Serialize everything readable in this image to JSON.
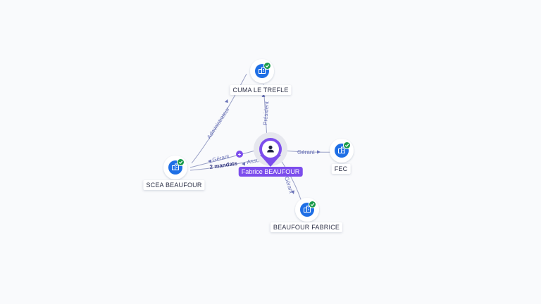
{
  "colors": {
    "company_blue": "#1f6fe5",
    "check_green": "#1a9b4b",
    "person_purple": "#7c4dec",
    "edge_line": "#9aa1c6",
    "edge_text": "#6c74b8"
  },
  "person": {
    "name": "Fabrice BEAUFOUR",
    "icon": "person-icon"
  },
  "companies": [
    {
      "id": "cuma",
      "label": "CUMA LE TREFLE",
      "icon": "building-icon",
      "verified": true
    },
    {
      "id": "scea",
      "label": "SCEA BEAUFOUR",
      "icon": "building-icon",
      "verified": true
    },
    {
      "id": "fec",
      "label": "FEC",
      "icon": "building-icon",
      "verified": true
    },
    {
      "id": "beaufour_fabrice",
      "label": "BEAUFOUR FABRICE",
      "icon": "building-icon",
      "verified": true
    }
  ],
  "relations": [
    {
      "id": "person-cuma",
      "label": "Président"
    },
    {
      "id": "person-fec",
      "label": "Gérant"
    },
    {
      "id": "person-beaufour",
      "label": "Gérant"
    },
    {
      "id": "person-scea-1",
      "label": "Gérant"
    },
    {
      "id": "person-scea-2",
      "label": "Associé"
    },
    {
      "id": "scea-cuma",
      "label": "Administrateur"
    }
  ],
  "mandates_badge": "2 mandats",
  "expand_symbol": "+"
}
